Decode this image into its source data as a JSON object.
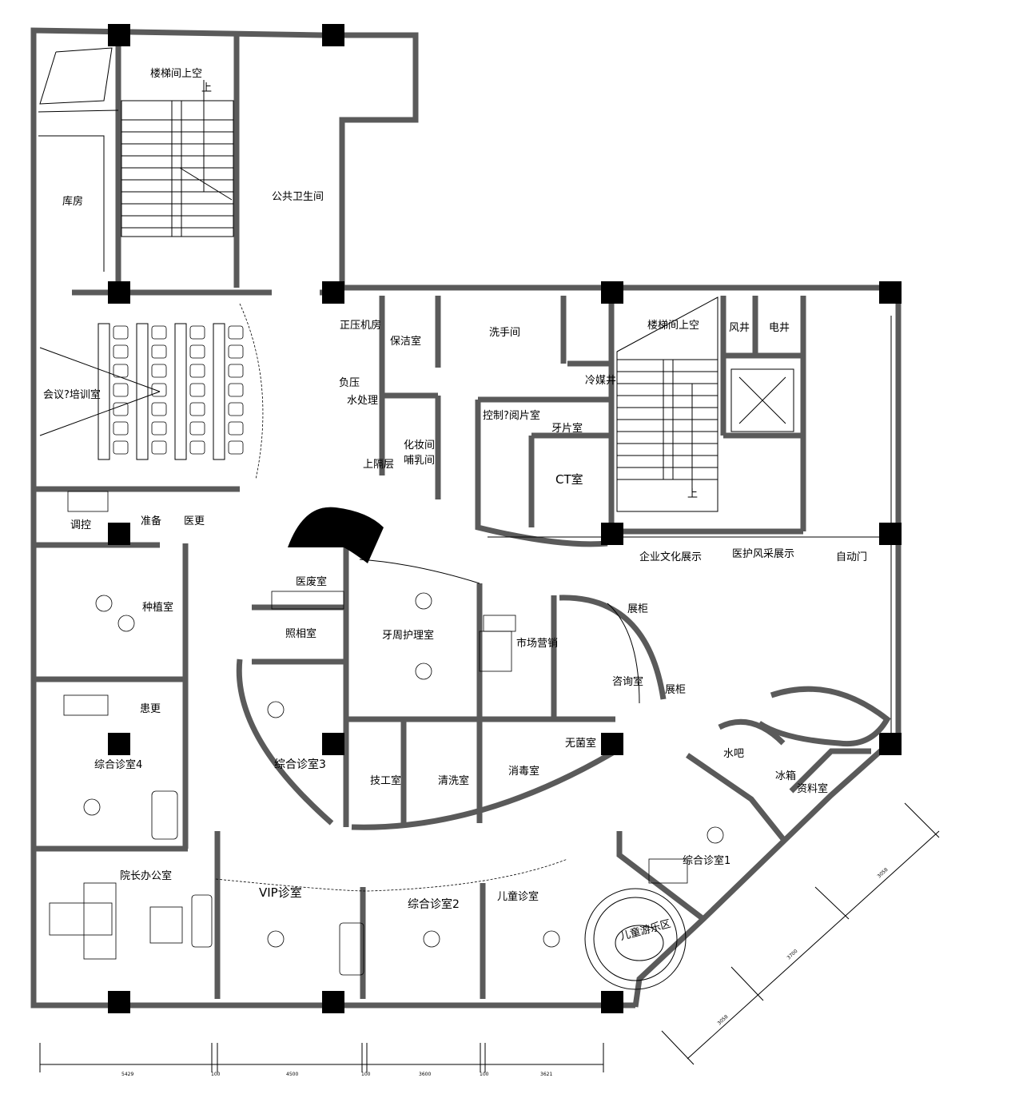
{
  "rooms": {
    "stair_void_1": "楼梯间上空",
    "up_1": "上",
    "public_toilet": "公共卫生间",
    "storage": "库房",
    "training": "会议?培训室",
    "pressure_room": "正压机房",
    "cleaning": "保洁室",
    "washroom": "洗手间",
    "stair_void_2": "楼梯间上空",
    "air_shaft": "风井",
    "elec_shaft": "电井",
    "neg_pressure": "负压",
    "water_treatment": "水处理",
    "upper_partition": "上隔层",
    "makeup": "化妆间",
    "nursing": "哺乳间",
    "control_reading": "控制?阅片室",
    "dental_film": "牙片室",
    "ct": "CT室",
    "refrigerant_well": "冷媒井",
    "up_2": "上",
    "control": "调控",
    "prepare": "准备",
    "changing_staff": "医更",
    "culture_display": "企业文化展示",
    "staff_display": "医护风采展示",
    "auto_door": "自动门",
    "medical_waste": "医废室",
    "implant": "种植室",
    "photo": "照相室",
    "periodontal": "牙周护理室",
    "marketing": "市场营销",
    "cabinet_1": "展柜",
    "consult": "咨询室",
    "cabinet_2": "展柜",
    "patient_change": "患更",
    "general_4": "综合诊室4",
    "general_3": "综合诊室3",
    "tech": "技工室",
    "washing": "清洗室",
    "disinfect": "消毒室",
    "sterile": "无菌室",
    "water_bar": "水吧",
    "fridge": "冰箱",
    "archive": "资料室",
    "general_1": "综合诊室1",
    "director": "院长办公室",
    "vip": "VIP诊室",
    "general_2": "综合诊室2",
    "children": "儿童诊室",
    "kids_play": "儿童游乐区"
  },
  "dimensions": {
    "bottom": [
      "5429",
      "100",
      "4500",
      "100",
      "3600",
      "100",
      "3621"
    ],
    "diagonal": [
      "3058",
      "3700",
      "3058"
    ]
  }
}
